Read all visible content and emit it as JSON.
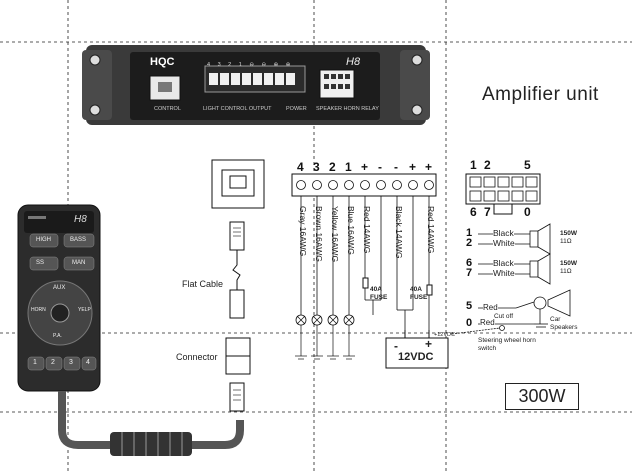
{
  "amplifier": {
    "title": "Amplifier unit",
    "brand": "HQC",
    "model": "H8",
    "control_label": "CONTROL",
    "light_label": "LIGHT CONTROL OUTPUT",
    "power_label": "POWER",
    "speaker_label": "SPEAKER HORN RELAY",
    "pin_digits": "4 3 2 1 ⊖ ⊖ ⊕ ⊕"
  },
  "cable": {
    "flat_label": "Flat Cable",
    "connector_label": "Connector"
  },
  "terminal": {
    "pins": [
      "4",
      "3",
      "2",
      "1",
      "+",
      "-",
      "-",
      "+",
      "+"
    ],
    "wires": [
      "Gray 16AWG",
      "Brown 16AWG",
      "Yellow 16AWG",
      "Blue 16AWG",
      "Red 14AWG",
      "Black 14AWG",
      "Red 14AWG"
    ],
    "fuse1": "40A FUSE",
    "fuse2": "40A FUSE",
    "battery": "12VDC",
    "minus": "-",
    "plus": "+",
    "plus12": "+12VDC"
  },
  "connector": {
    "top_pins": [
      "1",
      "2",
      "5"
    ],
    "bottom_pins": [
      "6",
      "7",
      "0"
    ]
  },
  "speakers": {
    "rows": [
      {
        "n1": "1",
        "c1": "Black",
        "n2": "2",
        "c2": "White",
        "spec": "150W",
        "ohm": "11Ω"
      },
      {
        "n1": "6",
        "c1": "Black",
        "n2": "7",
        "c2": "White",
        "spec": "150W",
        "ohm": "11Ω"
      }
    ]
  },
  "horn": {
    "n1": "5",
    "c1": "Red",
    "n2": "0",
    "c2": "Red",
    "cutoff": "Cut off",
    "car_speakers": "Car Speakers",
    "steering": "Steering wheel horn switch"
  },
  "remote": {
    "model": "H8",
    "buttons": [
      "HIGH",
      "BASS",
      "SS",
      "MAN"
    ],
    "aux": "AUX",
    "knob_left": "HORN",
    "knob_right": "YELP",
    "knob_bottom": "P.A.",
    "num_keys": [
      "1",
      "2",
      "3",
      "4"
    ]
  },
  "power_rating": "300W"
}
